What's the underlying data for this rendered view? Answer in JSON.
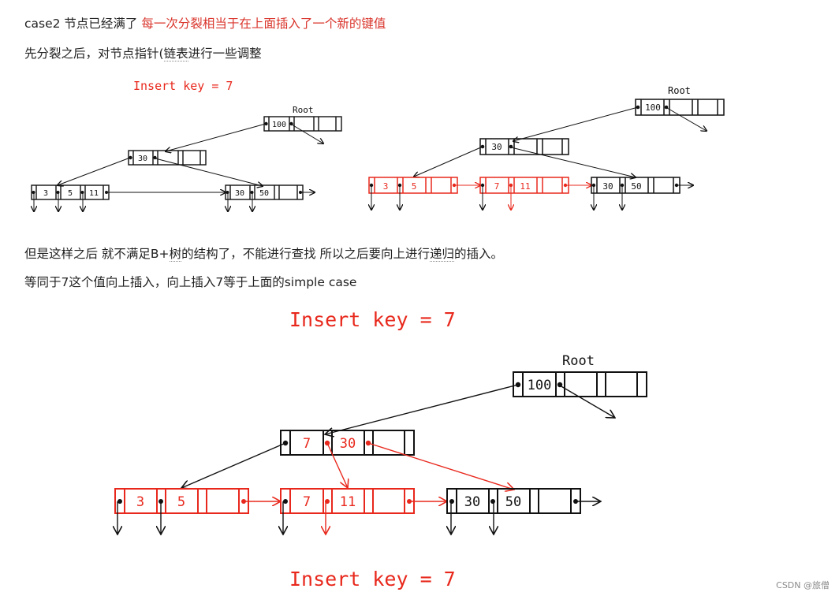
{
  "text": {
    "line1_prefix": "case2 节点已经满了 ",
    "line1_red": "每一次分裂相当于在上面插入了一个新的键值",
    "line2_a": "先分裂之后，对节点指针(",
    "line2_b": "链表",
    "line2_c": "进行一些调整",
    "line3_a": "但是这样之后 就不满足B+",
    "line3_b": "树",
    "line3_c": "的结构了，不能进行查找 所以之后要向上进行",
    "line3_d": "递归",
    "line3_e": "的插入。",
    "line4": "等同于7这个值向上插入，向上插入7等于上面的simple case"
  },
  "fig1": {
    "insert_label": "Insert key = 7",
    "root_label": "Root",
    "root_key": "100",
    "mid_key": "30",
    "leaf1_keys": [
      "3",
      "5",
      "11"
    ],
    "leaf2_keys": [
      "30",
      "50"
    ]
  },
  "fig2": {
    "root_label": "Root",
    "root_key": "100",
    "mid_key": "30",
    "leaf1_keys": [
      "3",
      "5"
    ],
    "leaf2_keys": [
      "7",
      "11"
    ],
    "leaf3_keys": [
      "30",
      "50"
    ]
  },
  "fig3": {
    "insert_label": "Insert key = 7",
    "root_label": "Root",
    "root_key": "100",
    "mid_keys": [
      "7",
      "30"
    ],
    "leaf1_keys": [
      "3",
      "5"
    ],
    "leaf2_keys": [
      "7",
      "11"
    ],
    "leaf3_keys": [
      "30",
      "50"
    ],
    "bottom_label": "Insert key = 7"
  },
  "watermark": "CSDN @旅僧",
  "colors": {
    "red": "#e8281c",
    "black": "#111111",
    "text_red": "#d9342b"
  }
}
